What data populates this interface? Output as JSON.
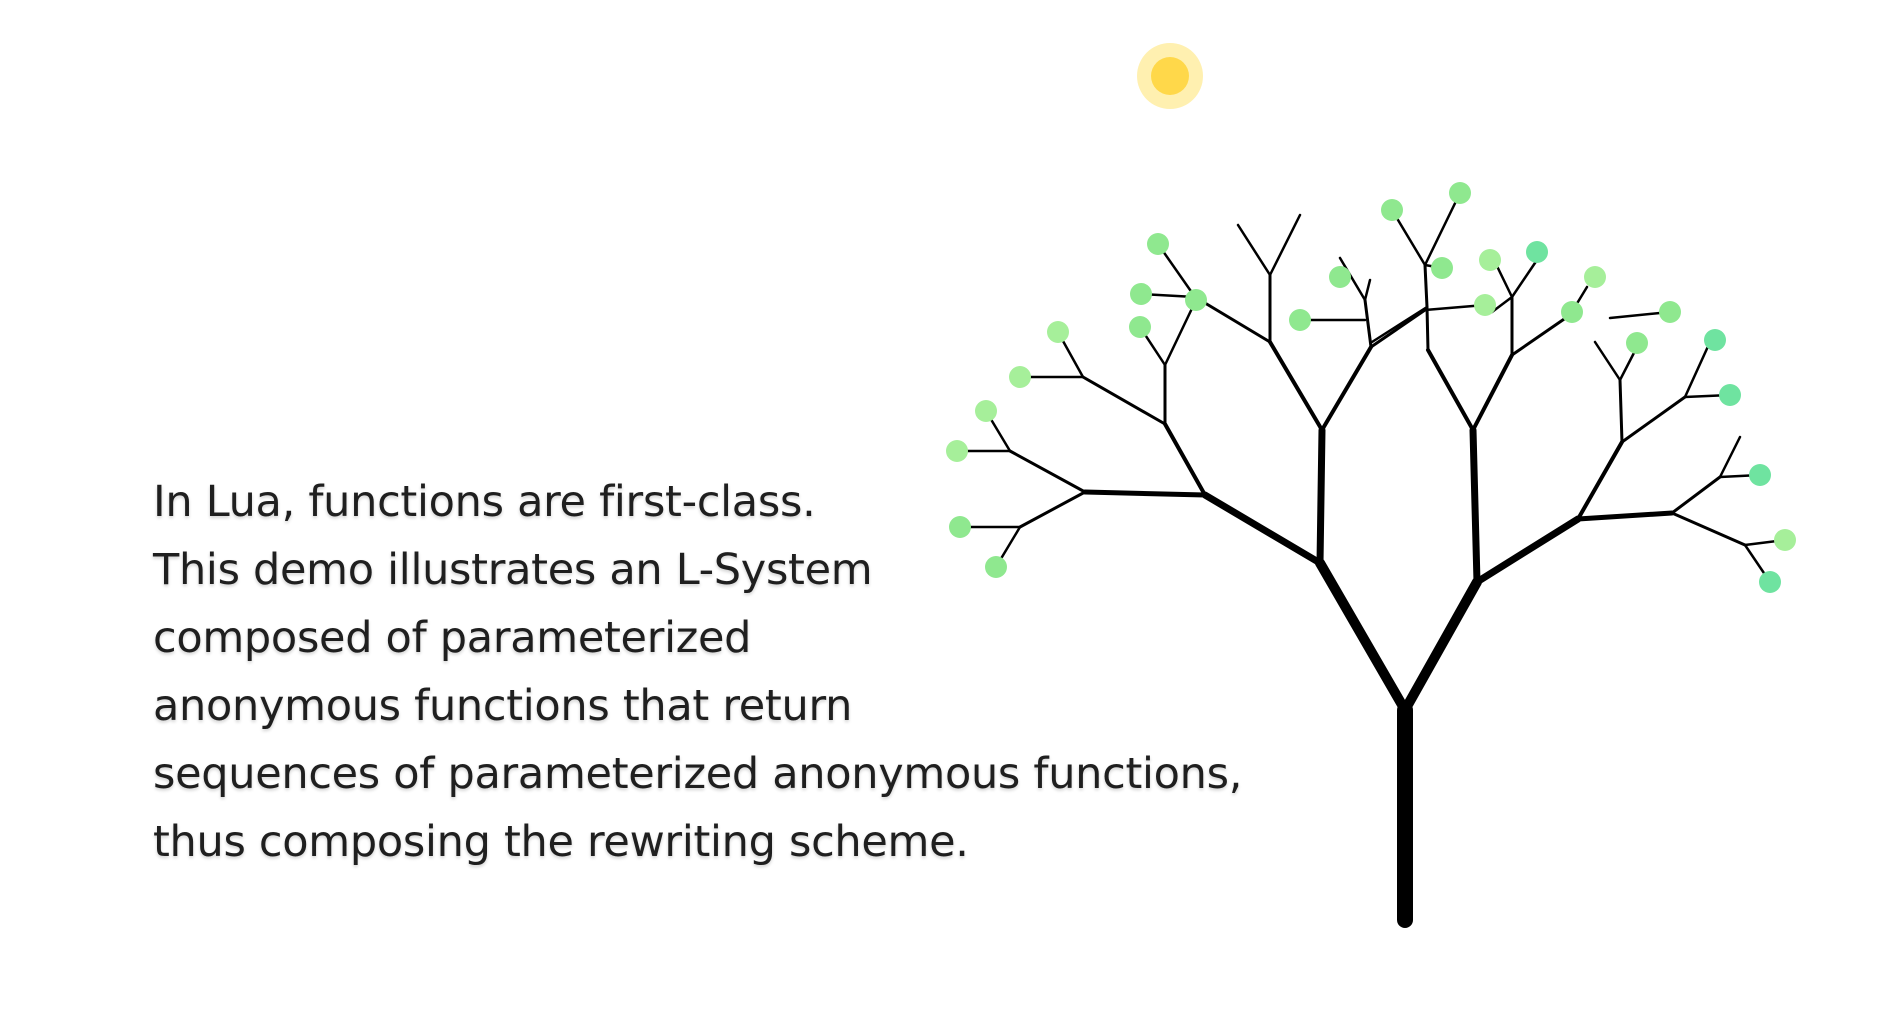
{
  "description": {
    "lines": [
      "In Lua, functions are first-class.",
      "This demo illustrates an L-System",
      "composed of parameterized",
      "anonymous functions that return",
      "sequences of parameterized anonymous functions,",
      "thus composing the rewriting scheme."
    ]
  },
  "colors": {
    "background": "#ffffff",
    "text": "#1f1f1f",
    "branch": "#000000",
    "sun_core": "#ffd84a",
    "sun_glow": "#fff0b0",
    "leaf_light": "#a6ef9a",
    "leaf_mid": "#8fe88f",
    "leaf_teal": "#6fe3a0"
  },
  "icons": {
    "sun": "sun-icon",
    "tree": "l-system-tree"
  }
}
